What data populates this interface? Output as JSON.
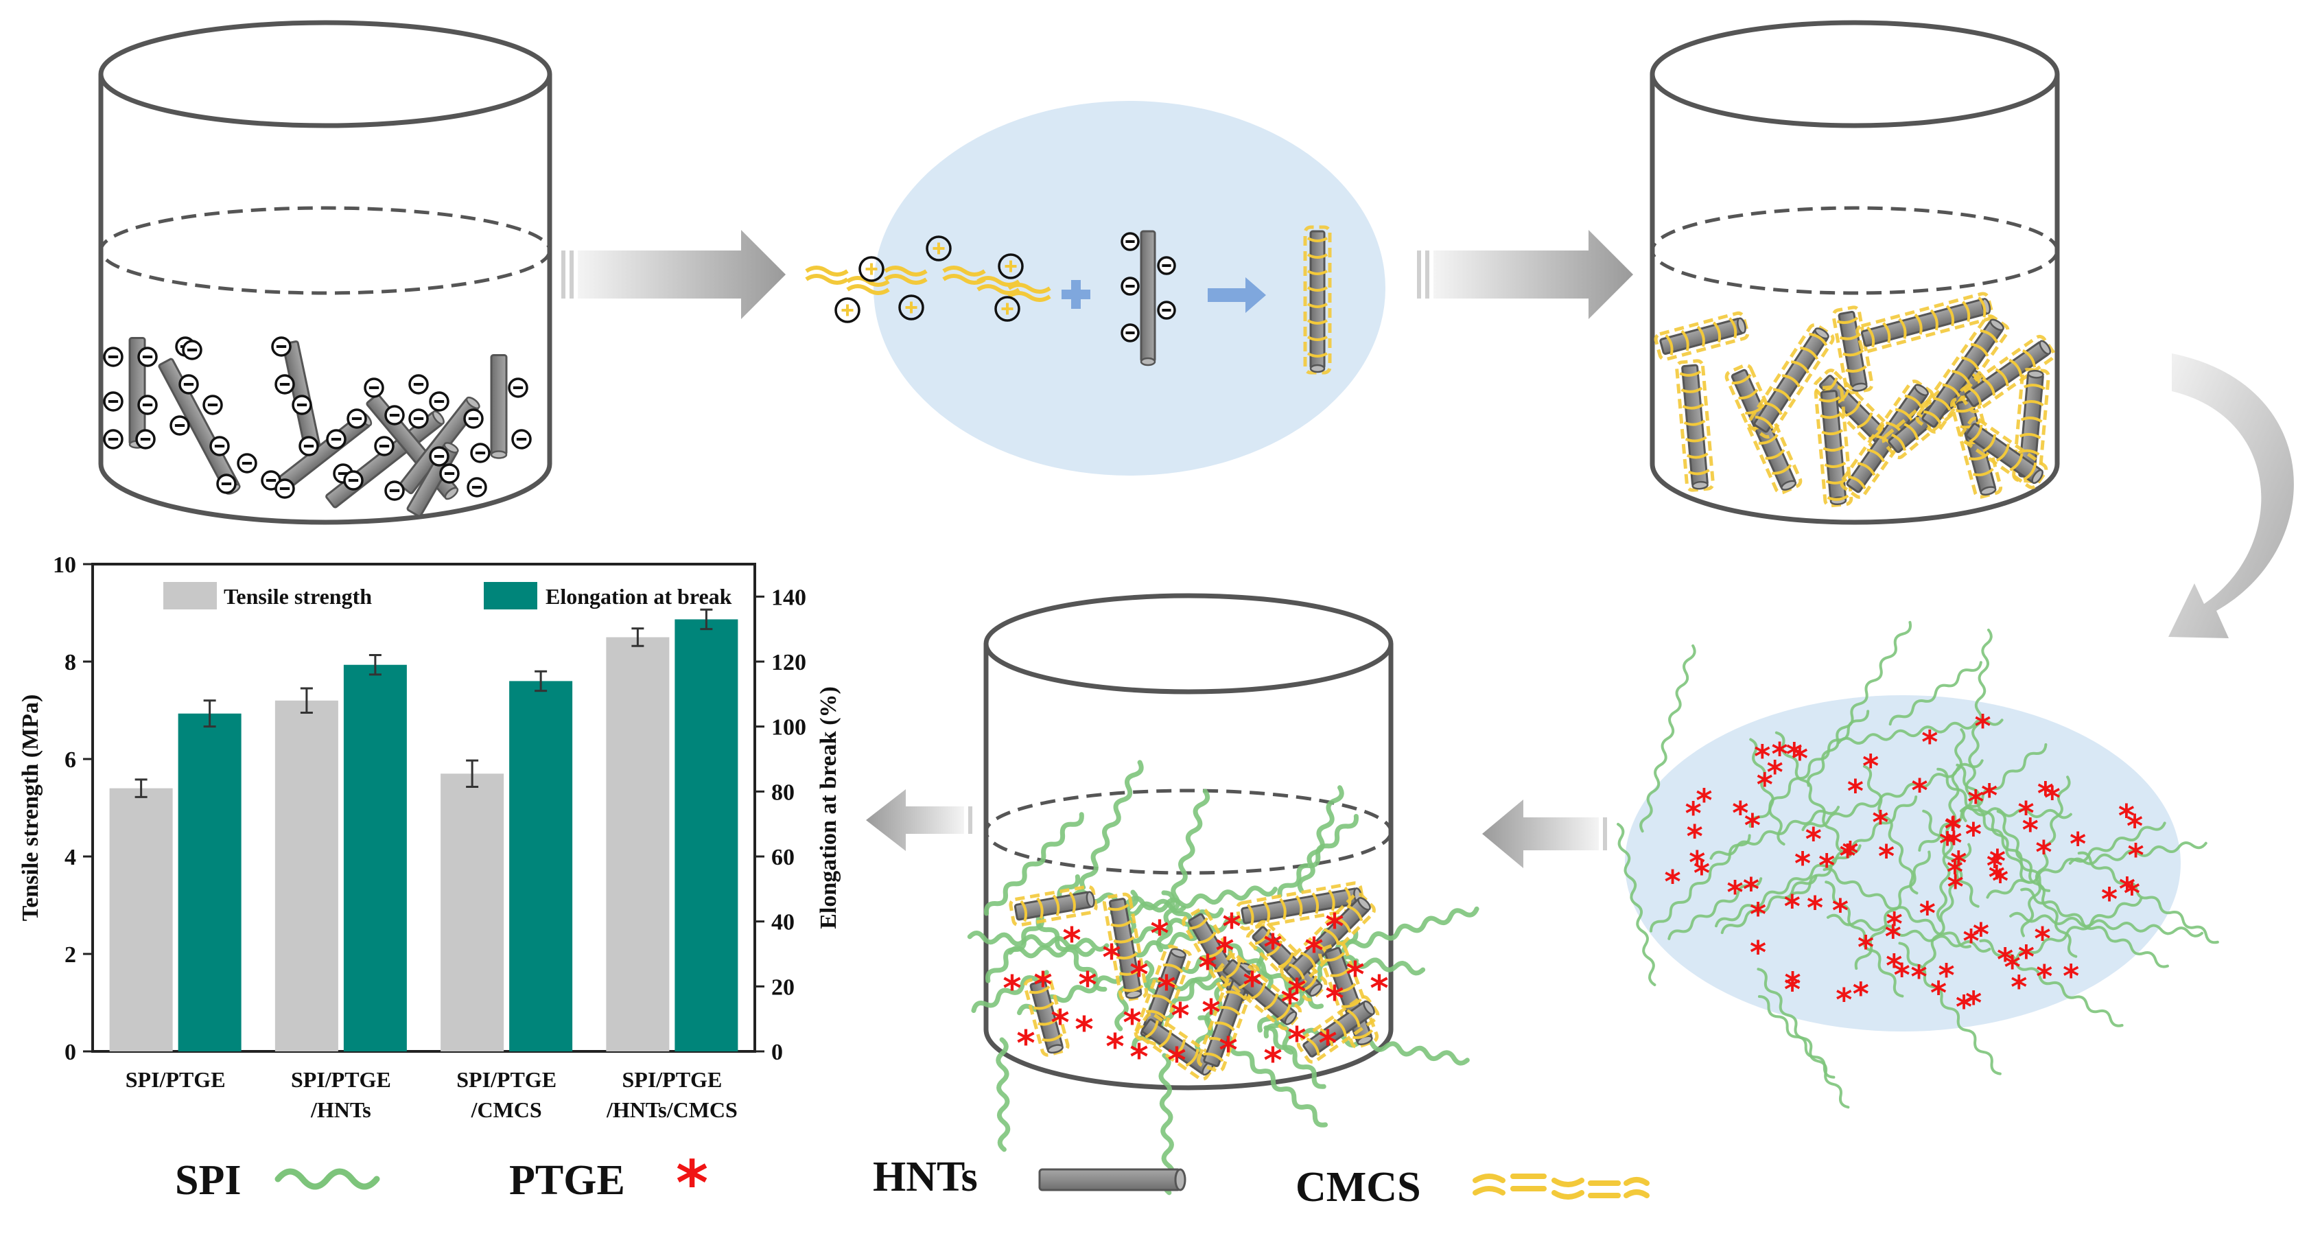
{
  "legend": {
    "items": [
      {
        "label": "SPI",
        "symbol": "green-wavy-line"
      },
      {
        "label": "PTGE",
        "symbol": "red-asterisk"
      },
      {
        "label": "HNTs",
        "symbol": "gray-rod"
      },
      {
        "label": "CMCS",
        "symbol": "yellow-double-dashed-line"
      }
    ]
  },
  "colors": {
    "spi": "#7dc47b",
    "ptge": "#f01414",
    "hnts": "#8a8a8a",
    "cmcs": "#f3c93a",
    "ellipse": "#d9e8f5",
    "bar_tensile": "#c8c8c8",
    "bar_elongation": "#00857a",
    "arrow": "#bdbdbd",
    "small_arrow": "#7fa7dd"
  },
  "chart_data": {
    "type": "bar",
    "categories": [
      "SPI/PTGE",
      "SPI/PTGE\n/HNTs",
      "SPI/PTGE\n/CMCS",
      "SPI/PTGE\n/HNTs/CMCS"
    ],
    "series": [
      {
        "name": "Tensile strength",
        "axis": "left",
        "values": [
          5.4,
          7.2,
          5.7,
          8.5
        ],
        "errors": [
          0.18,
          0.25,
          0.27,
          0.18
        ]
      },
      {
        "name": "Elongation at break",
        "axis": "right",
        "values": [
          104,
          119,
          114,
          133
        ],
        "errors": [
          4,
          3,
          3,
          3
        ]
      }
    ],
    "ylabel": "Tensile strength (MPa)",
    "y2label": "Elongation at break (%)",
    "ylim": [
      0,
      10
    ],
    "y2lim": [
      0,
      150
    ],
    "yticks": [
      0,
      2,
      4,
      6,
      8,
      10
    ],
    "y2ticks": [
      0,
      20,
      40,
      60,
      80,
      100,
      120,
      140
    ],
    "legend_position": "top",
    "grid": false
  }
}
